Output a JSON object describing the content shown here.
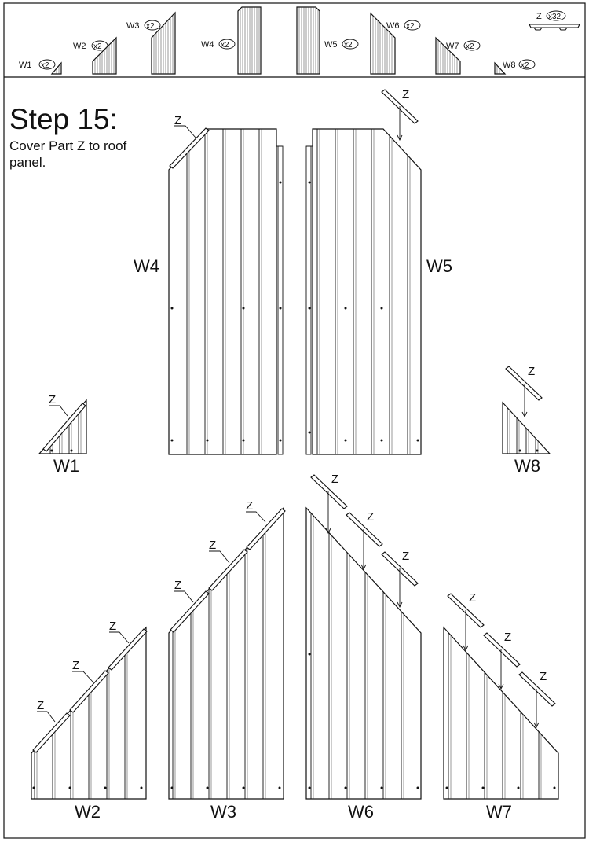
{
  "step": {
    "title": "Step 15:",
    "instruction": "Cover Part Z to roof panel."
  },
  "header_parts": [
    {
      "part": "W1",
      "qty": "x2"
    },
    {
      "part": "W2",
      "qty": "x2"
    },
    {
      "part": "W3",
      "qty": "x2"
    },
    {
      "part": "W4",
      "qty": "x2"
    },
    {
      "part": "W5",
      "qty": "x2"
    },
    {
      "part": "W6",
      "qty": "x2"
    },
    {
      "part": "W7",
      "qty": "x2"
    },
    {
      "part": "W8",
      "qty": "x2"
    },
    {
      "part": "Z",
      "qty": "x32"
    }
  ],
  "panels": {
    "w1": "W1",
    "w2": "W2",
    "w3": "W3",
    "w4": "W4",
    "w5": "W5",
    "w6": "W6",
    "w7": "W7",
    "w8": "W8"
  },
  "cover_part_label": "Z"
}
